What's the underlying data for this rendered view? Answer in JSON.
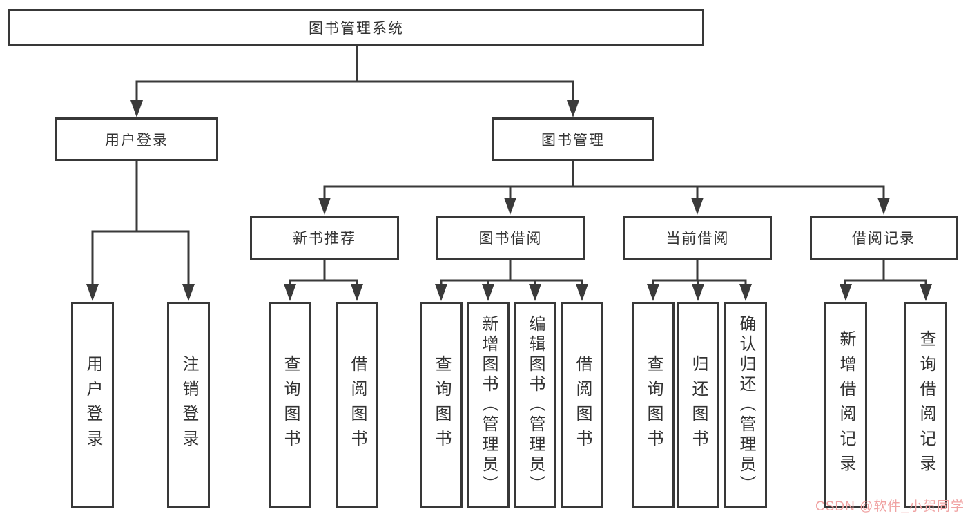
{
  "root": {
    "label": "图书管理系统"
  },
  "branches": {
    "user": {
      "label": "用户登录",
      "children": [
        "用户登录",
        "注销登录"
      ]
    },
    "book": {
      "label": "图书管理"
    }
  },
  "groups": [
    {
      "label": "新书推荐",
      "children": [
        "查询图书",
        "借阅图书"
      ]
    },
    {
      "label": "图书借阅",
      "children": [
        "查询图书",
        "新增图书（管理员）",
        "编辑图书（管理员）",
        "借阅图书"
      ]
    },
    {
      "label": "当前借阅",
      "children": [
        "查询图书",
        "归还图书",
        "确认归还（管理员）"
      ]
    },
    {
      "label": "借阅记录",
      "children": [
        "新增借阅记录",
        "查询借阅记录"
      ]
    }
  ],
  "watermark": {
    "text": "CSDN @软件_小贺同学",
    "color": "#f0a3a3"
  },
  "colors": {
    "line": "#3a3a3a",
    "text": "#333333",
    "box_border": "#383838",
    "background": "#ffffff"
  }
}
